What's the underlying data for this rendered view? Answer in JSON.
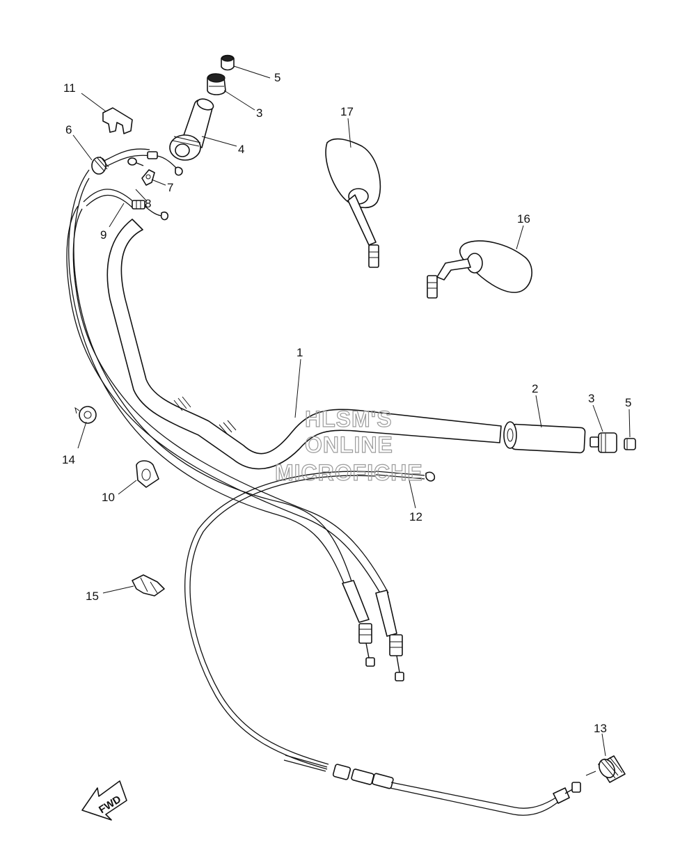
{
  "callouts": [
    {
      "id": "c1",
      "label": "1"
    },
    {
      "id": "c2",
      "label": "2"
    },
    {
      "id": "c3a",
      "label": "3"
    },
    {
      "id": "c3b",
      "label": "3"
    },
    {
      "id": "c4",
      "label": "4"
    },
    {
      "id": "c5a",
      "label": "5"
    },
    {
      "id": "c5b",
      "label": "5"
    },
    {
      "id": "c6",
      "label": "6"
    },
    {
      "id": "c7",
      "label": "7"
    },
    {
      "id": "c8",
      "label": "8"
    },
    {
      "id": "c9",
      "label": "9"
    },
    {
      "id": "c10",
      "label": "10"
    },
    {
      "id": "c11",
      "label": "11"
    },
    {
      "id": "c12",
      "label": "12"
    },
    {
      "id": "c13",
      "label": "13"
    },
    {
      "id": "c14",
      "label": "14"
    },
    {
      "id": "c15",
      "label": "15"
    },
    {
      "id": "c16",
      "label": "16"
    },
    {
      "id": "c17",
      "label": "17"
    }
  ],
  "watermark": {
    "line1": "HLSM'S",
    "line2": "ONLINE",
    "line3": "MICROFICHE"
  },
  "direction_arrow": {
    "label": "FWD"
  }
}
